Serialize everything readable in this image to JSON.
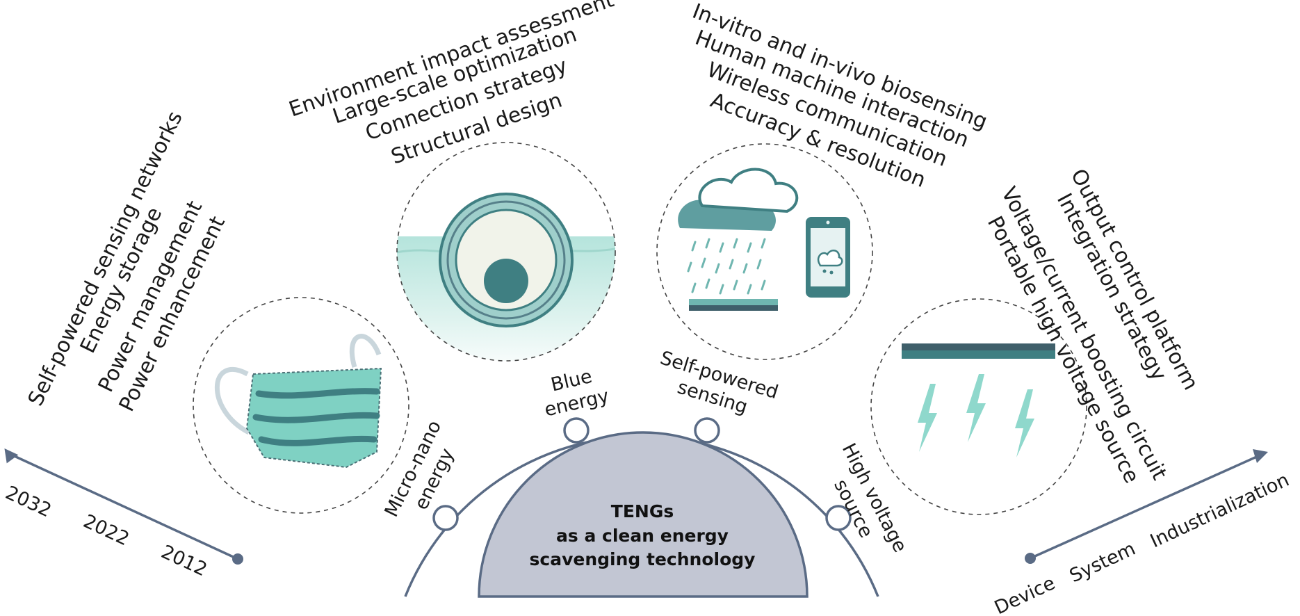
{
  "center": {
    "lines": [
      "TENGs",
      "as a clean energy",
      "scavenging technology"
    ]
  },
  "categories": {
    "micro_nano": [
      "Micro-nano",
      "energy"
    ],
    "blue": [
      "Blue",
      "energy"
    ],
    "self_powered": [
      "Self-powered",
      "sensing"
    ],
    "high_voltage": [
      "High voltage",
      "source"
    ]
  },
  "clusters": {
    "micro_nano": [
      "Self-powered sensing networks",
      "Energy storage",
      "Power management",
      "Power enhancement"
    ],
    "blue": [
      "Environment impact assessment",
      "Large-scale optimization",
      "Connection strategy",
      "Structural design"
    ],
    "self_powered": [
      "In-vitro and in-vivo biosensing",
      "Human machine interaction",
      "Wireless communication",
      "Accuracy & resolution"
    ],
    "high_voltage": [
      "Output control platform",
      "Integration strategy",
      "Voltage/current boosting circuit",
      "Portable high voltage source"
    ]
  },
  "timeline": {
    "years": [
      "2032",
      "2022",
      "2012"
    ]
  },
  "stages": {
    "labels": [
      "Device",
      "System",
      "Industrialization"
    ]
  },
  "icons": [
    "face-mask-icon",
    "wave-buoy-icon",
    "rain-cloud-icon",
    "smartphone-icon",
    "lightning-icon"
  ],
  "colors": {
    "teal_dark": "#3f7f82",
    "teal_mid": "#6fb6b0",
    "teal_light": "#8fd8cc",
    "slate": "#5a6b85",
    "center_fill": "#c2c6d3"
  }
}
